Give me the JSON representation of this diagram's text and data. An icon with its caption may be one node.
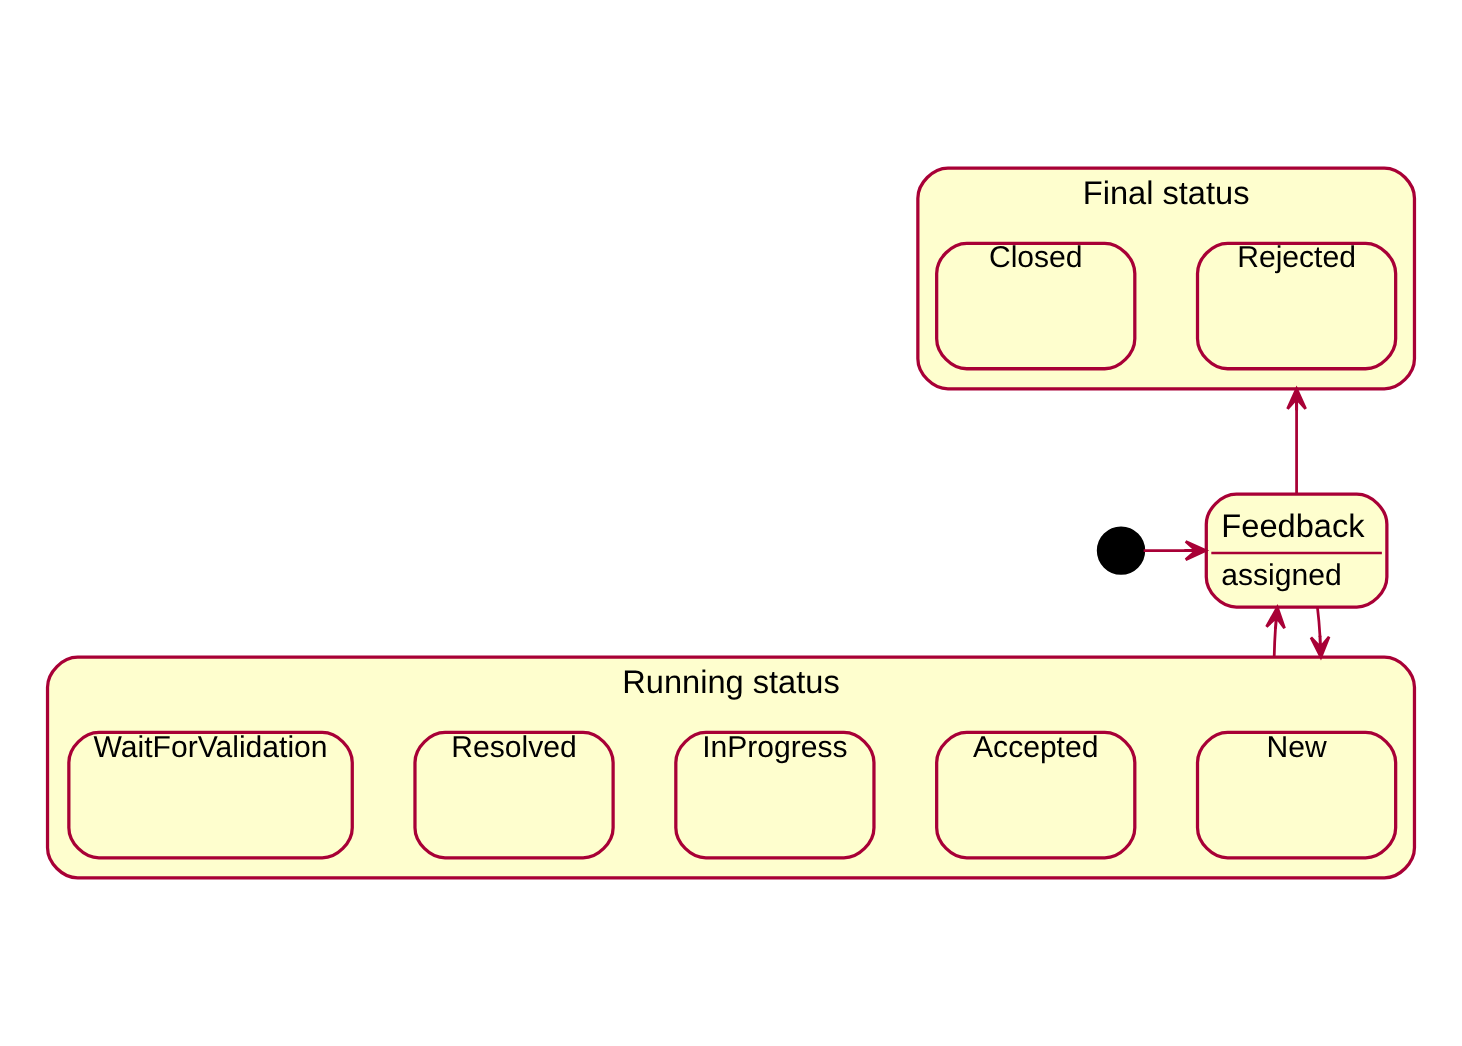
{
  "diagram": {
    "nodes": [
      {
        "text": [
          "Final status"
        ]
      },
      {
        "text": [
          "Rejected"
        ],
        "in": 0
      },
      {
        "text": [
          "Closed"
        ],
        "in": 0
      },
      {
        "text": [],
        "shape": "circle"
      },
      {
        "text": [
          "Feedback",
          "assigned"
        ]
      },
      {
        "text": [
          "Running status"
        ]
      },
      {
        "text": [
          "New"
        ],
        "in": 5
      },
      {
        "text": [
          "Accepted"
        ],
        "in": 5
      },
      {
        "text": [
          "InProgress"
        ],
        "in": 5
      },
      {
        "text": [
          "Resolved"
        ],
        "in": 5
      },
      {
        "text": [
          "WaitForValidation"
        ],
        "in": 5
      }
    ],
    "edges": [
      {
        "from": 3,
        "to": 4,
        "arrow": "to"
      },
      {
        "from": 4,
        "to": 0,
        "arrow": "to"
      },
      {
        "from": 4,
        "to": 5,
        "arrow": "to"
      },
      {
        "from": 5,
        "to": 4,
        "arrow": "to"
      }
    ]
  }
}
